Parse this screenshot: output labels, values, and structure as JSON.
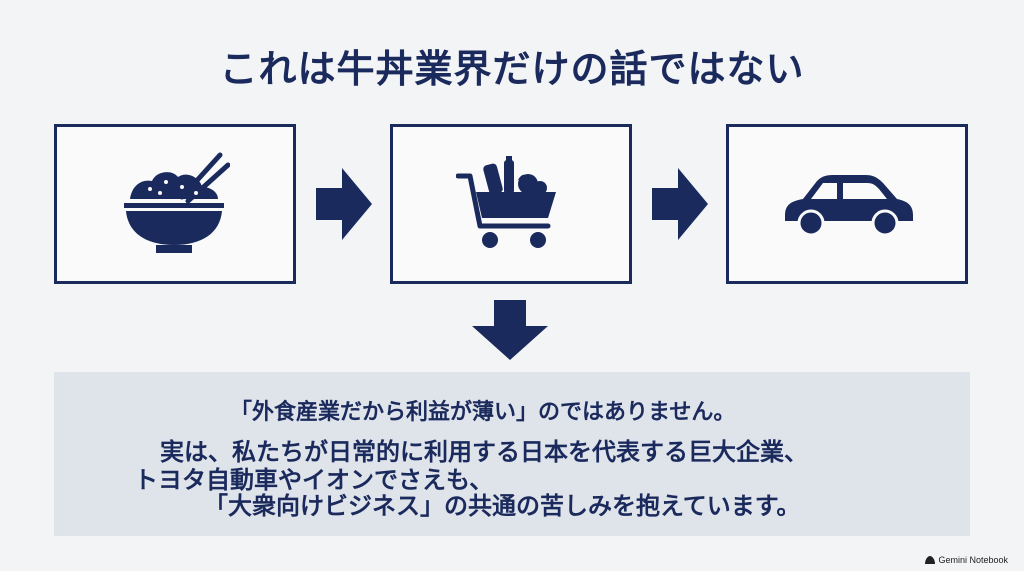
{
  "title": "これは牛丼業界だけの話ではない",
  "panel": {
    "line1": "「外食産業だから利益が薄い」のではありません。",
    "line2": "実は、私たちが日常的に利用する日本を代表する巨大企業、",
    "line3": "トヨタ自動車やイオンでさえも、",
    "line4": "「大衆向けビジネス」の共通の苦しみを抱えています。"
  },
  "footer": {
    "label": "Gemini Notebook"
  },
  "icons": [
    "rice-bowl-icon",
    "shopping-cart-icon",
    "car-icon",
    "arrow-right-icon",
    "arrow-down-icon"
  ],
  "colors": {
    "navy": "#1b2a5c",
    "panel": "#dfe3ea",
    "background": "#f3f4f6"
  }
}
